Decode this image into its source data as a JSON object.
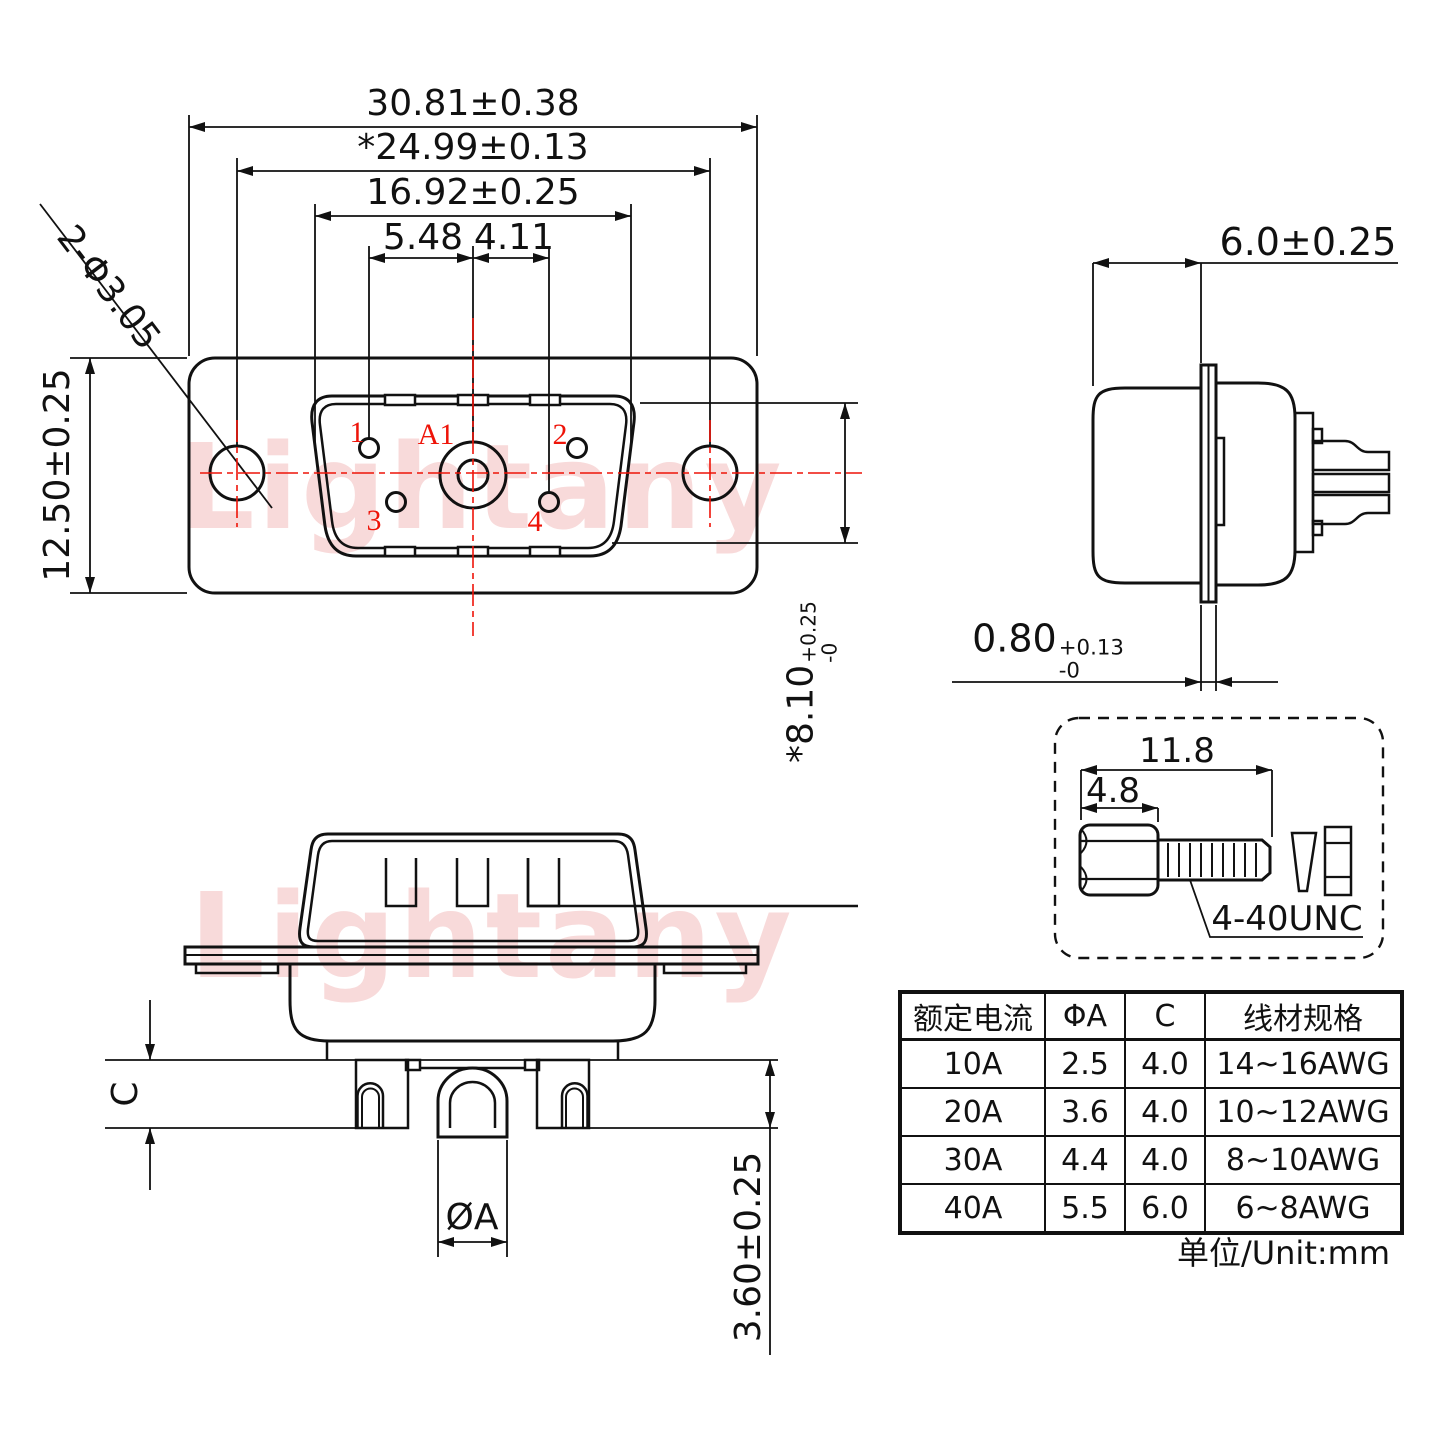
{
  "watermark": {
    "text": "Lightany"
  },
  "front_view": {
    "dims": {
      "overall_width": "30.81±0.38",
      "mount_pitch": "*24.99±0.13",
      "shell_width": "16.92±0.25",
      "pin_left": "5.48",
      "pin_right": "4.11",
      "mount_hole": "2-Φ3.05",
      "height": "12.50±0.25",
      "shell_height": {
        "value": "*8.10",
        "plus": "+0.25",
        "minus": "-0"
      }
    },
    "pins": {
      "p1": "1",
      "p2": "2",
      "p3": "3",
      "p4": "4",
      "coax": "A1"
    }
  },
  "side_view": {
    "dims": {
      "depth": "6.0±0.25",
      "flange": {
        "value": "0.80",
        "plus": "+0.13",
        "minus": "-0"
      }
    }
  },
  "screw_detail": {
    "dims": {
      "length": "11.8",
      "head": "4.8"
    },
    "thread_label": "4-40UNC"
  },
  "rear_view": {
    "dims": {
      "crimp": "C",
      "pin_dia": "ØA",
      "tail": "3.60±0.25"
    }
  },
  "spec_table": {
    "headers": [
      "额定电流",
      "ΦA",
      "C",
      "线材规格"
    ],
    "rows": [
      [
        "10A",
        "2.5",
        "4.0",
        "14~16AWG"
      ],
      [
        "20A",
        "3.6",
        "4.0",
        "10~12AWG"
      ],
      [
        "30A",
        "4.4",
        "4.0",
        "8~10AWG"
      ],
      [
        "40A",
        "5.5",
        "6.0",
        "6~8AWG"
      ]
    ]
  },
  "unit_note": "单位/Unit:mm",
  "colors": {
    "line": "#111111",
    "red": "#ee1409",
    "watermark": "#f8dada"
  }
}
